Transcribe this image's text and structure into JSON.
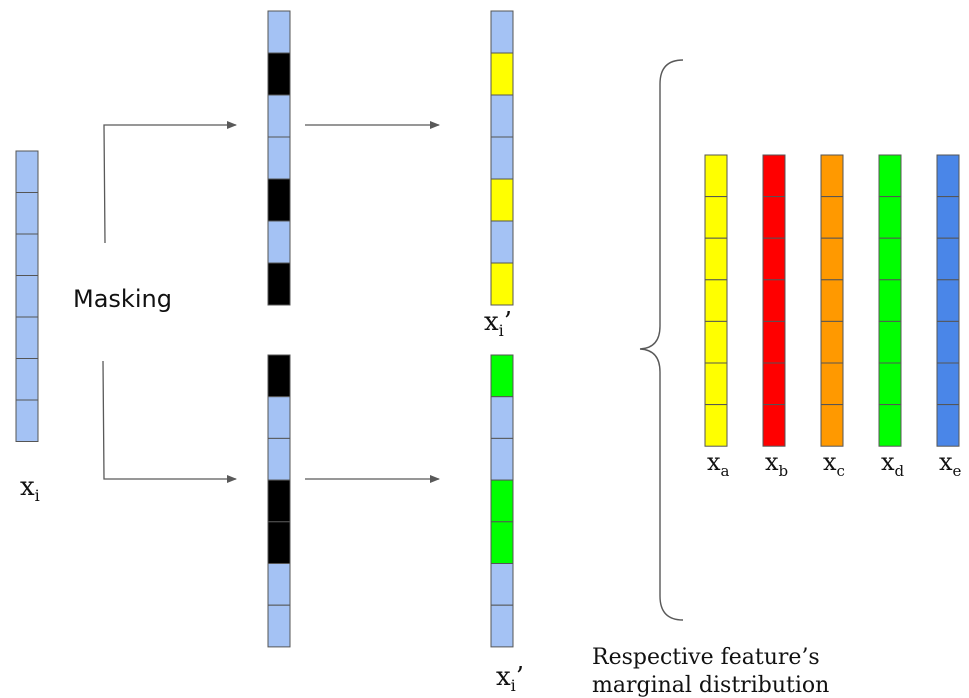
{
  "colors": {
    "blue": "#a4c2f4",
    "black": "#000000",
    "yellow": "#ffff00",
    "green": "#00ff00",
    "red": "#ff0000",
    "orange": "#ff9900",
    "deep_blue": "#4a86e8",
    "cell_border": "#555555",
    "arrow": "#595959"
  },
  "labels": {
    "input": {
      "main": "x",
      "sub": "i"
    },
    "masking": "Masking",
    "output_top": {
      "main": "x",
      "sub": "i",
      "prime": "’"
    },
    "output_bottom": {
      "main": "x",
      "sub": "i",
      "prime": "’"
    },
    "marginal_line1": "Respective feature’s",
    "marginal_line2": "marginal distribution"
  },
  "vectors": {
    "input": [
      "blue",
      "blue",
      "blue",
      "blue",
      "blue",
      "blue",
      "blue"
    ],
    "mask_top": [
      "blue",
      "black",
      "blue",
      "blue",
      "black",
      "blue",
      "black"
    ],
    "mask_bottom": [
      "black",
      "blue",
      "blue",
      "black",
      "black",
      "blue",
      "blue"
    ],
    "output_top": [
      "blue",
      "yellow",
      "blue",
      "blue",
      "yellow",
      "blue",
      "yellow"
    ],
    "output_bottom": [
      "green",
      "blue",
      "blue",
      "green",
      "green",
      "blue",
      "blue"
    ]
  },
  "features": [
    {
      "color": "yellow",
      "main": "x",
      "sub": "a"
    },
    {
      "color": "red",
      "main": "x",
      "sub": "b"
    },
    {
      "color": "orange",
      "main": "x",
      "sub": "c"
    },
    {
      "color": "green",
      "main": "x",
      "sub": "d"
    },
    {
      "color": "deep_blue",
      "main": "x",
      "sub": "e"
    }
  ]
}
